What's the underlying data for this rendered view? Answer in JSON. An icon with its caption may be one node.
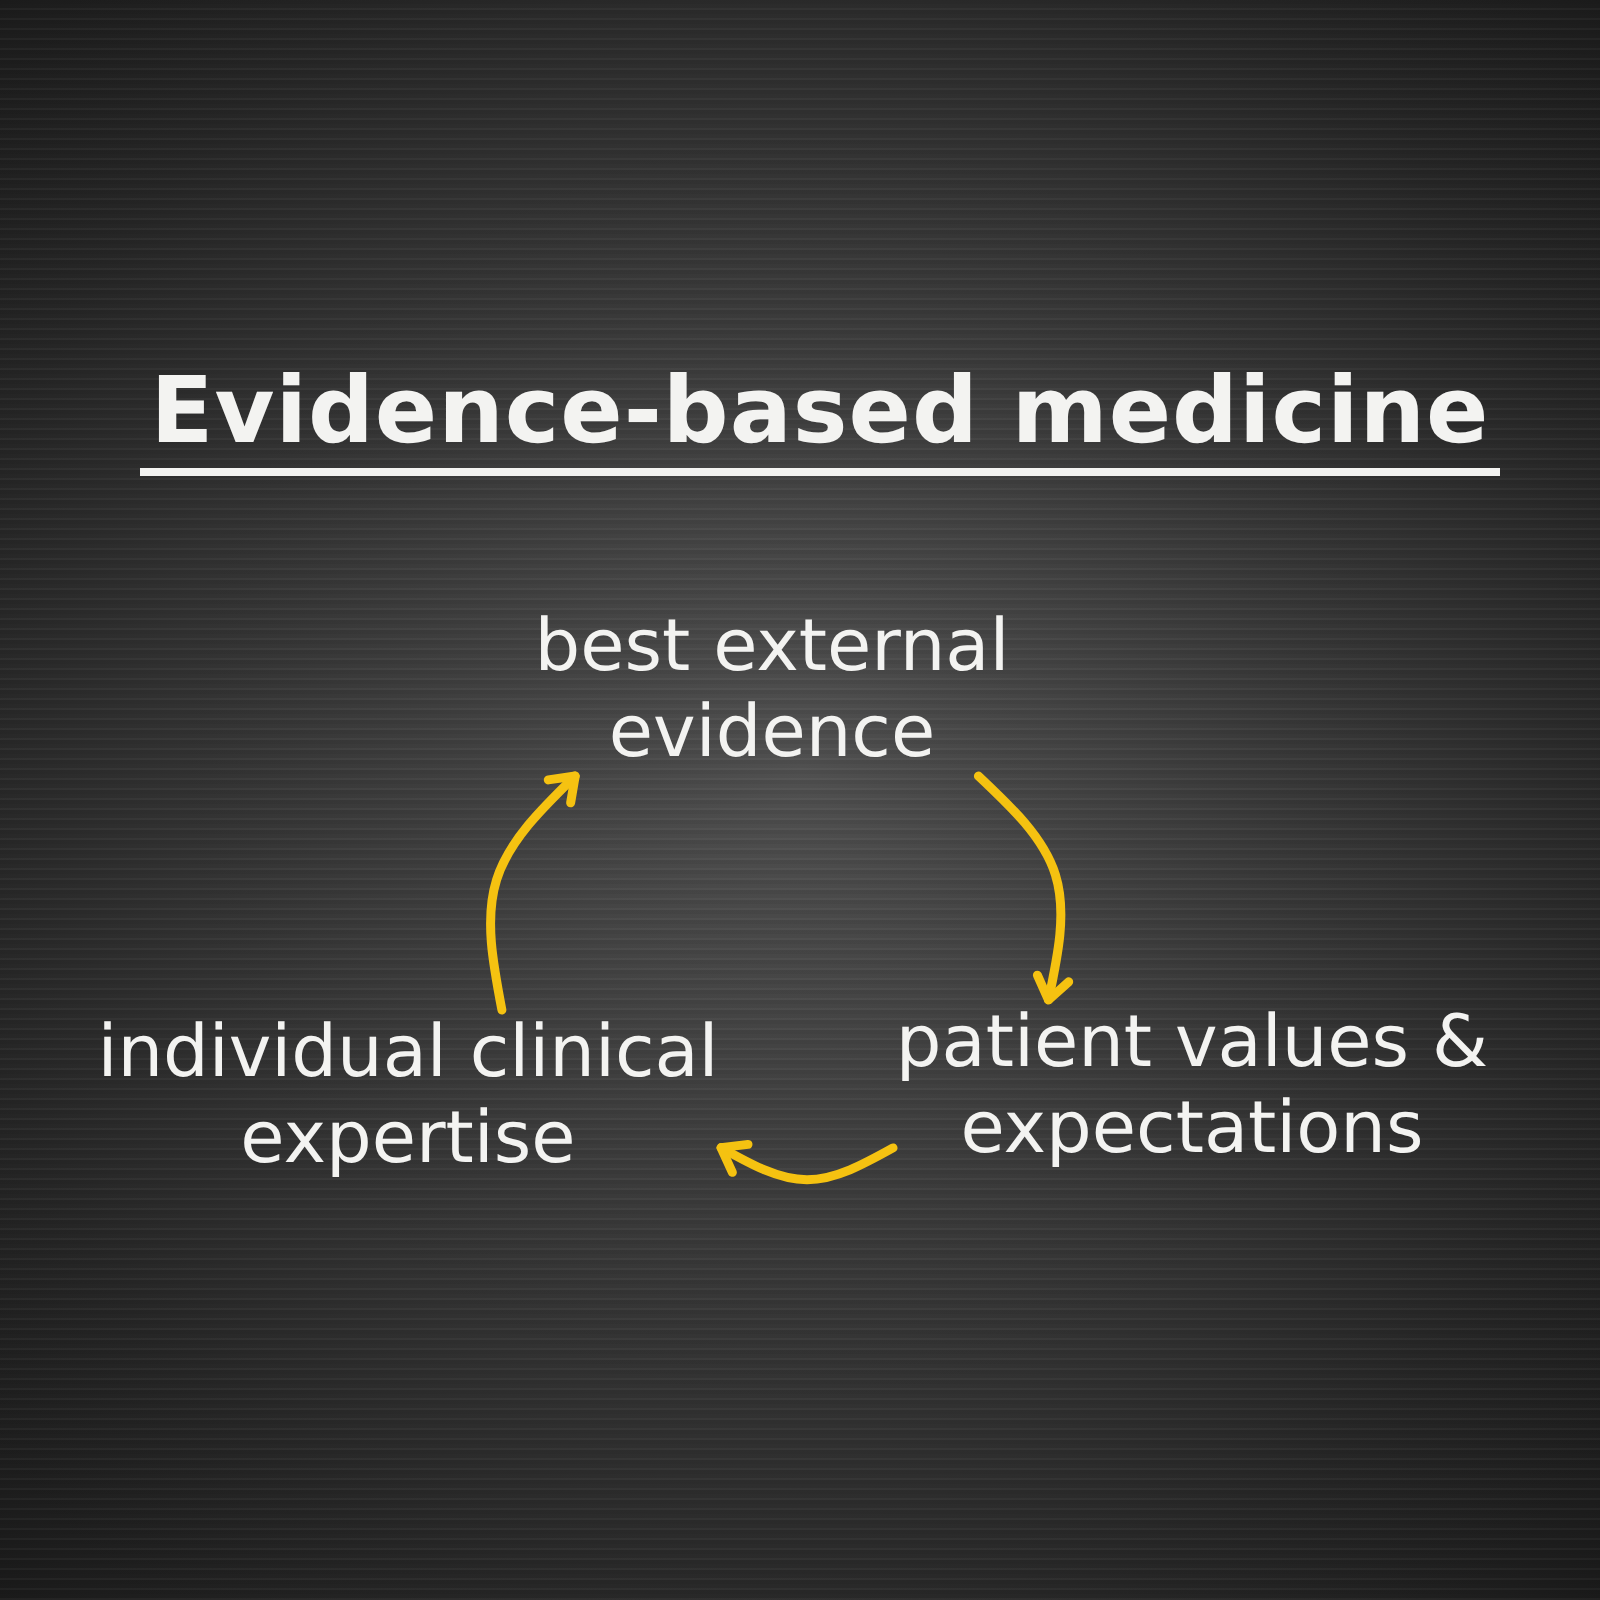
{
  "diagram": {
    "title": "Evidence-based medicine",
    "nodes": [
      {
        "text": [
          "best external evidence"
        ]
      },
      {
        "text": [
          "patient values & expectations"
        ]
      },
      {
        "text": [
          "individual clinical expertise"
        ]
      }
    ],
    "edges": [
      {
        "from": 0,
        "to": 1,
        "arrow": "to"
      },
      {
        "from": 1,
        "to": 2,
        "arrow": "to"
      },
      {
        "from": 2,
        "to": 0,
        "arrow": "to"
      }
    ]
  }
}
